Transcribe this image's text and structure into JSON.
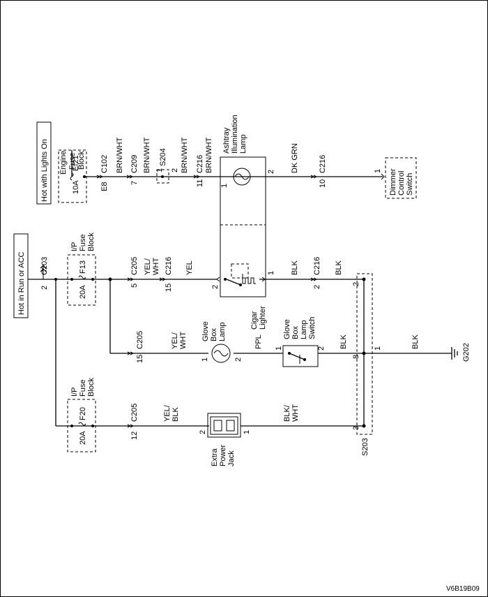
{
  "power": {
    "lights_on": "Hot with Lights On",
    "run_acc": "Hot in Run or ACC"
  },
  "fuses": {
    "engine_block": [
      "Engine",
      "Fuse",
      "Block"
    ],
    "ef21_name": "Ef21",
    "ef21_rating": "10A",
    "ip_block": [
      "I/P",
      "Fuse",
      "Block"
    ],
    "f13_name": "F13",
    "f13_rating": "20A",
    "f20_name": "F20",
    "f20_rating": "20A"
  },
  "connectors": {
    "c203": "C203",
    "c203_pin": "2",
    "c102": "C102",
    "c102_pin": "E8",
    "c209": "C209",
    "c209_pin": "7",
    "s204": "S204",
    "s204_pin1": "1",
    "s204_pin2": "2",
    "c216_top": "C216",
    "c216_top_pin": "11",
    "c216_dkgrn": "C216",
    "c216_dkgrn_pin": "10",
    "c205_f13": "C205",
    "c205_f13_pin": "5",
    "c216_f13": "C216",
    "c216_f13_pin": "15",
    "c216_blk": "C216",
    "c216_blk_pin": "2",
    "c205_glove": "C205",
    "c205_glove_pin": "15",
    "c205_f20": "C205",
    "c205_f20_pin": "12",
    "s203": "S203",
    "s203_pin_2": "2",
    "s203_pin_8": "8",
    "s203_pin_1": "1",
    "s203_pin_3": "3",
    "g202": "G202"
  },
  "wires": {
    "brn_wht": "BRN/WHT",
    "dk_grn": "DK GRN",
    "yel_wht": [
      "YEL/",
      "WHT"
    ],
    "yel": "YEL",
    "blk": "BLK",
    "ppl": "PPL",
    "yel_blk": [
      "YEL/",
      "BLK"
    ],
    "blk_wht": [
      "BLK/",
      "WHT"
    ]
  },
  "components": {
    "ashtray_lamp": [
      "Ashtray",
      "Illumination",
      "Lamp"
    ],
    "ashtray_pin1": "1",
    "ashtray_pin2": "2",
    "dimmer_switch": [
      "Dimmer",
      "Control",
      "Switch"
    ],
    "dimmer_pin": "1",
    "cigar_lighter": [
      "Cigar",
      "Lighter"
    ],
    "cigar_pin2": "2",
    "cigar_pin1": "1",
    "glove_lamp": [
      "Glove",
      "Box",
      "Lamp"
    ],
    "glove_lamp_pin1": "1",
    "glove_lamp_pin2": "2",
    "glove_switch": [
      "Glove",
      "Box",
      "Lamp",
      "Switch"
    ],
    "glove_switch_pin1": "1",
    "glove_switch_pin2": "2",
    "power_jack": [
      "Extra",
      "Power",
      "Jack"
    ],
    "jack_pin2": "2",
    "jack_pin1": "1"
  },
  "footer_code": "V6B19B09"
}
